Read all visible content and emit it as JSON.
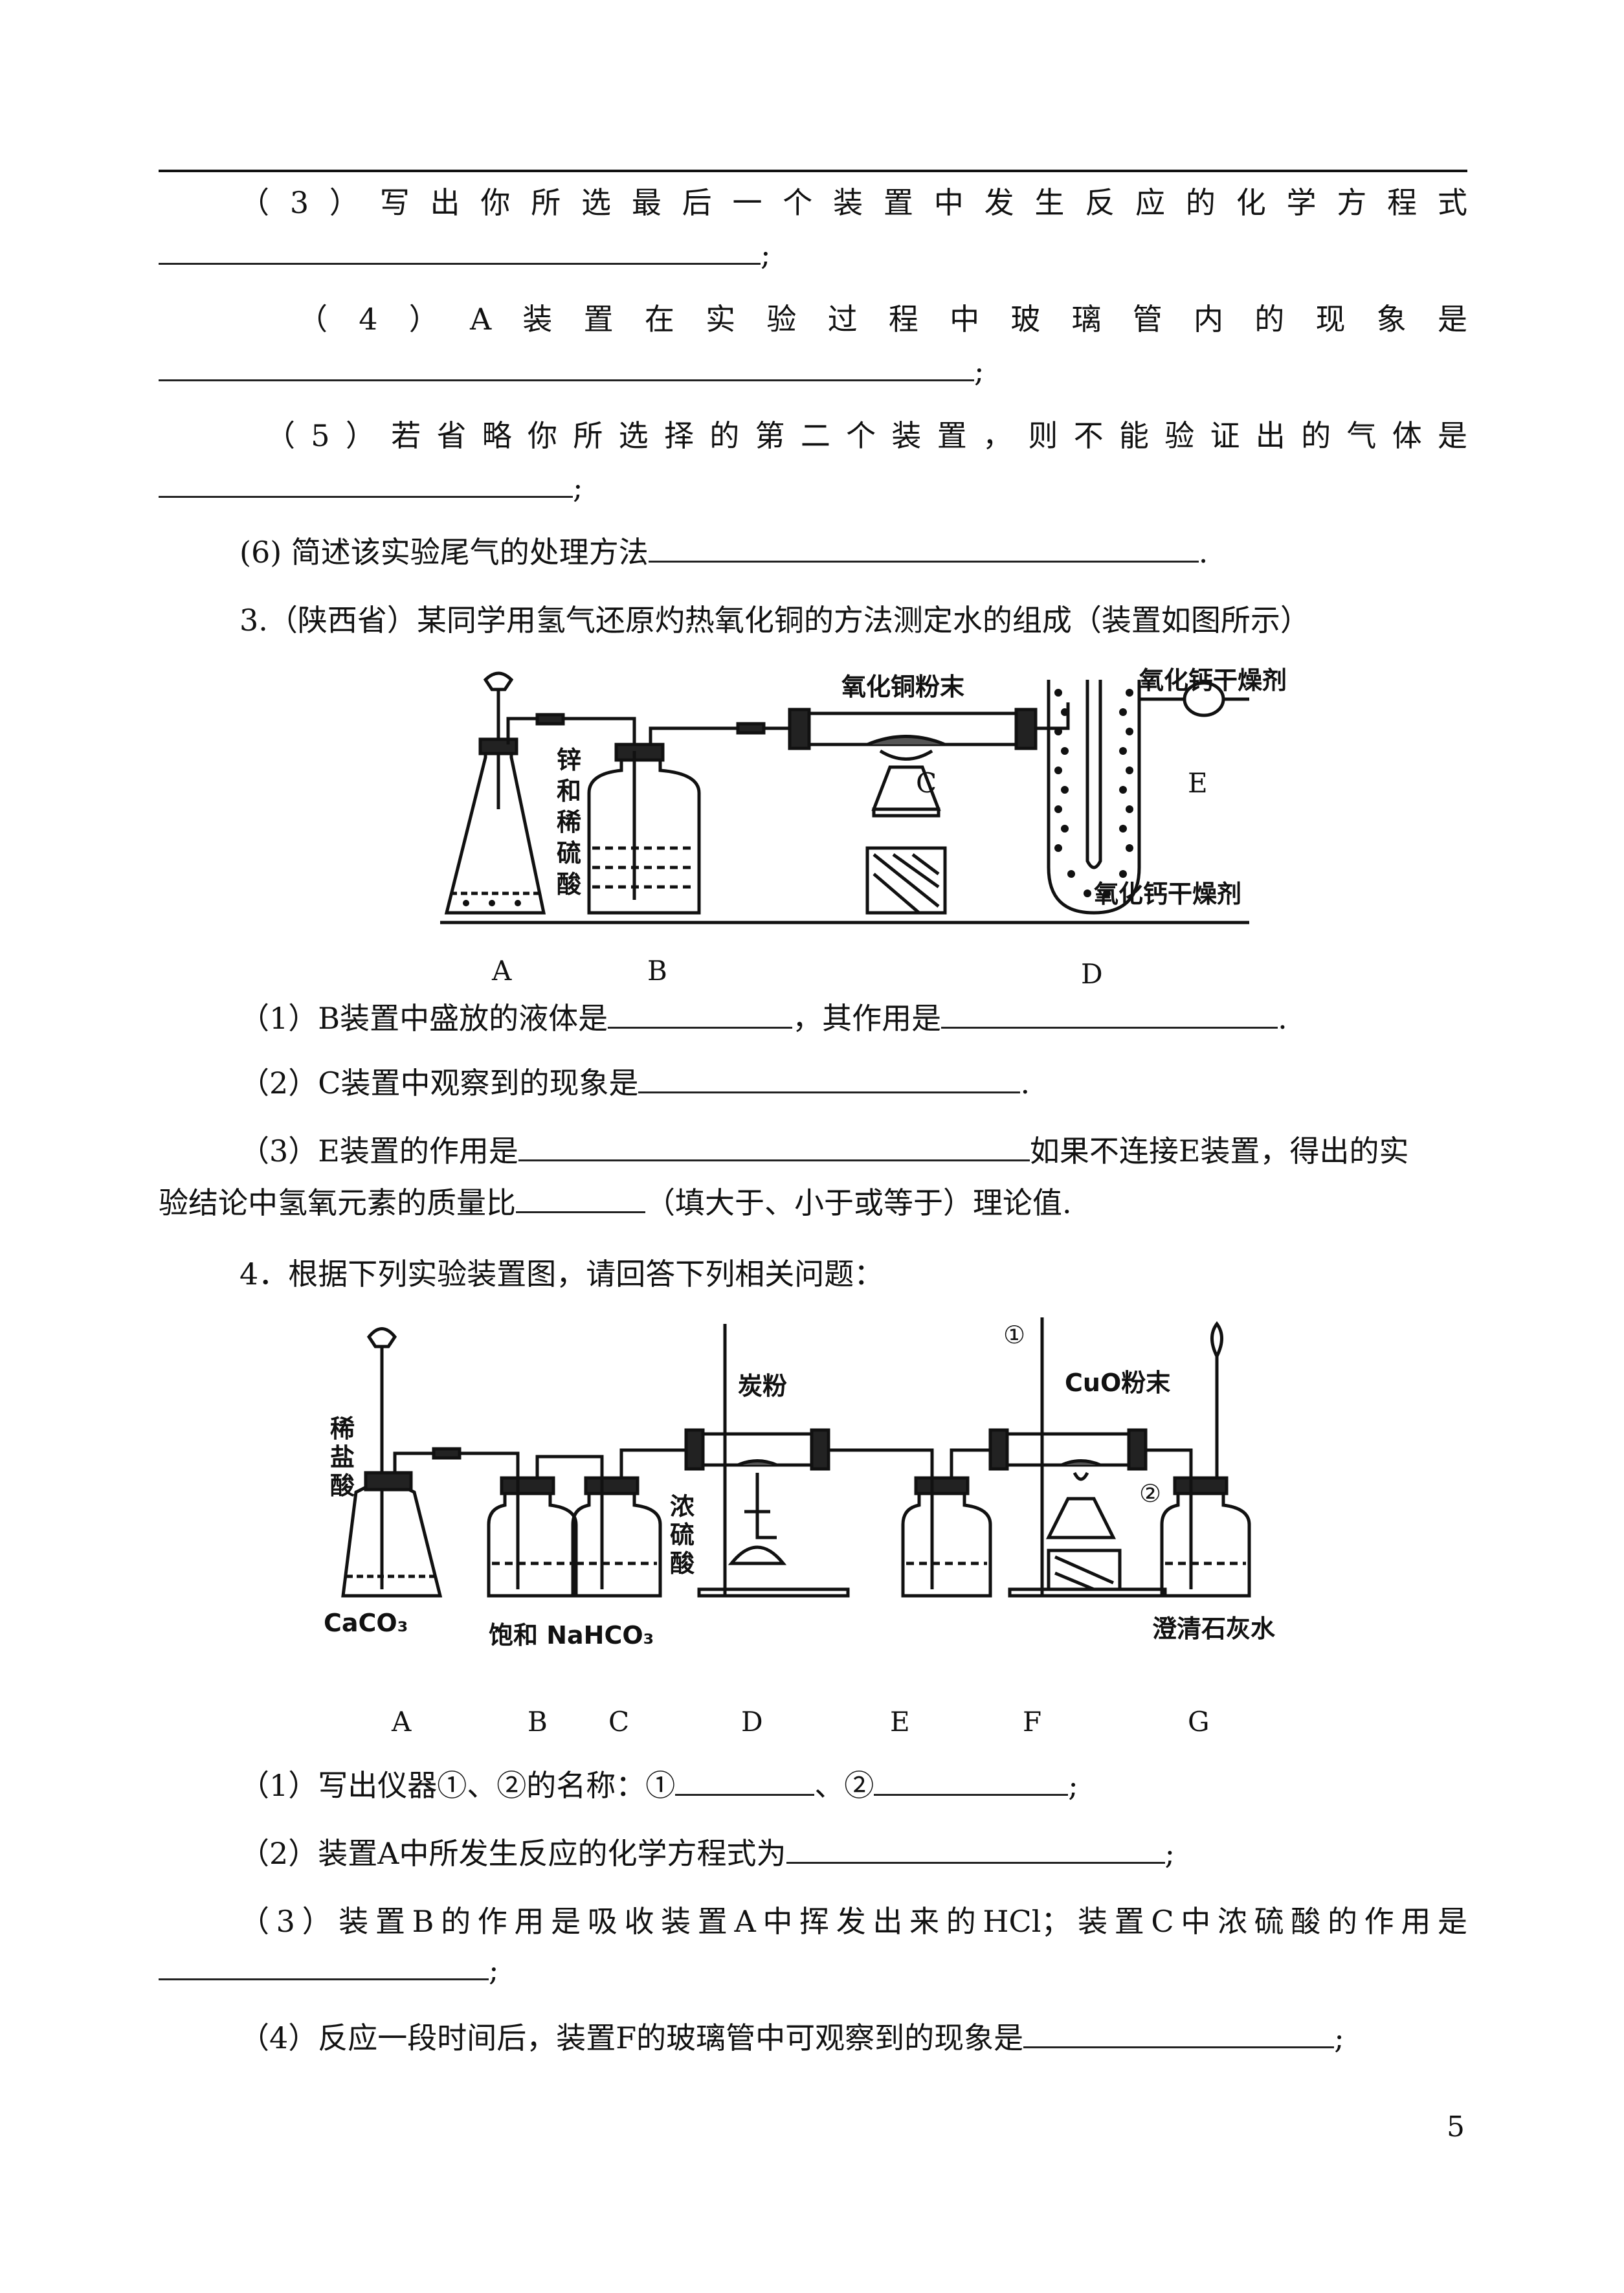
{
  "q2": {
    "p3_label": "（3）写出你所选最后一个装置中发生反应的化学方程式",
    "p3_end": ";",
    "p4_label": "（4）A装置在实验过程中玻璃管内的现象是",
    "p4_end": ";",
    "p5_label": "（5）若省略你所选择的第二个装置，则不能验证出的气体是",
    "p5_end": ";",
    "p6_label": "(6) 简述该实验尾气的处理方法",
    "p6_end": "."
  },
  "q3": {
    "title": "3.（陕西省）某同学用氢气还原灼热氧化铜的方法测定水的组成（装置如图所示）",
    "figure": {
      "label_cuo": "氧化铜粉末",
      "label_cao_top": "氧化钙干燥剂",
      "label_cao_bottom": "氧化钙干燥剂",
      "label_zn": "锌和稀硫酸",
      "letters": [
        "A",
        "B",
        "C",
        "D",
        "E"
      ]
    },
    "s1_a": "（1）B装置中盛放的液体是",
    "s1_b": "，其作用是",
    "s1_end": ".",
    "s2": "（2）C装置中观察到的现象是",
    "s2_end": ".",
    "s3_a": "（3）E装置的作用是",
    "s3_b": "如果不连接E装置，得出的实",
    "s3_c": "验结论中氢氧元素的质量比",
    "s3_d": "（填大于、小于或等于）理论值."
  },
  "q4": {
    "title": "4．根据下列实验装置图，请回答下列相关问题：",
    "figure": {
      "label_hcl": "稀盐酸",
      "label_caco3": "CaCO₃",
      "label_nahco3": "饱和 NaHCO₃",
      "label_h2so4": "浓硫酸",
      "label_carbon": "炭粉",
      "label_circle1": "①",
      "label_cuo": "CuO粉末",
      "label_circle2": "②",
      "label_limewater": "澄清石灰水",
      "letters": [
        "A",
        "B",
        "C",
        "D",
        "E",
        "F",
        "G"
      ]
    },
    "s1_a": "（1）写出仪器①、②的名称：①",
    "s1_b": "、②",
    "s1_end": ";",
    "s2": "（2）装置A中所发生反应的化学方程式为",
    "s2_end": ";",
    "s3": "（3）装置B的作用是吸收装置A中挥发出来的HCl；装置C中浓硫酸的作用是",
    "s3_end": ";",
    "s4": "（4）反应一段时间后，装置F的玻璃管中可观察到的现象是",
    "s4_end": ";"
  },
  "page_number": "5"
}
